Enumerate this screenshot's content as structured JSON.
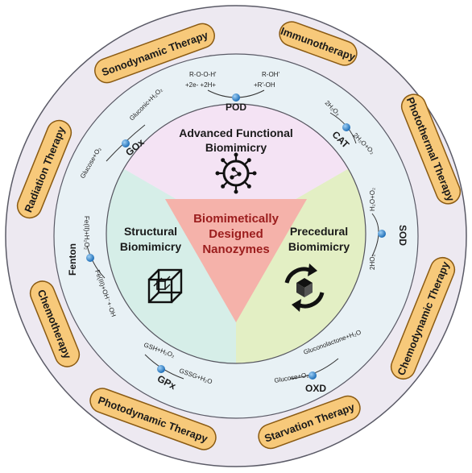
{
  "diagram": {
    "center": {
      "lines": [
        "Biomimetically",
        "Designed",
        "Nanozymes"
      ]
    },
    "sectors": [
      {
        "id": "top",
        "lines": [
          "Advanced Functional",
          "Biomimicry"
        ],
        "icon": "virus-nanoparticle-icon"
      },
      {
        "id": "left",
        "lines": [
          "Structural",
          "Biomimicry"
        ],
        "icon": "lattice-cube-icon"
      },
      {
        "id": "right",
        "lines": [
          "Precedural",
          "Biomimicry"
        ],
        "icon": "cycle-arrows-cube-icon"
      }
    ],
    "enzymes": [
      {
        "name": "POD",
        "reactions": [
          "R-O-O-H'",
          "+2e- +2H+",
          "R-OH'",
          "+R'-OH"
        ]
      },
      {
        "name": "CAT",
        "reactions": [
          "2H₂O₂",
          "2H₂O+O₂"
        ]
      },
      {
        "name": "SOD",
        "reactions": [
          "H₂O+O₂",
          "2HO₂"
        ]
      },
      {
        "name": "OXD",
        "reactions": [
          "Glucose+O₂",
          "Gluconolactone+H₂O"
        ]
      },
      {
        "name": "GPx",
        "reactions": [
          "GSH+H₂O₂",
          "GSSG+H₂O"
        ]
      },
      {
        "name": "Fenton",
        "reactions": [
          "Fe(II)+H₂O₂",
          "Fe(III)+OH⁻+·OH"
        ]
      },
      {
        "name": "GOx",
        "reactions": [
          "Glucose+O₂",
          "Gluconic+H₂O₂"
        ]
      }
    ],
    "therapies": [
      "Immunotherapy",
      "Photothermal Therapy",
      "Chemodynamic Therapy",
      "Starvation Therapy",
      "Photodynamic Therapy",
      "Chemotherapy",
      "Radiation Therapy",
      "Sonodynamic Therapy"
    ],
    "colors": {
      "outer_ring": "#ede9f1",
      "middle_ring": "#e8f1f5",
      "pill_fill": "#f7c97a",
      "pill_stroke": "#8a5a12",
      "sector_top": "#f4e3f4",
      "sector_left": "#d6eee8",
      "sector_right": "#e3efc4",
      "center_triangle": "#f5b2aa",
      "enzyme_dot": "#3d8fd3"
    }
  }
}
